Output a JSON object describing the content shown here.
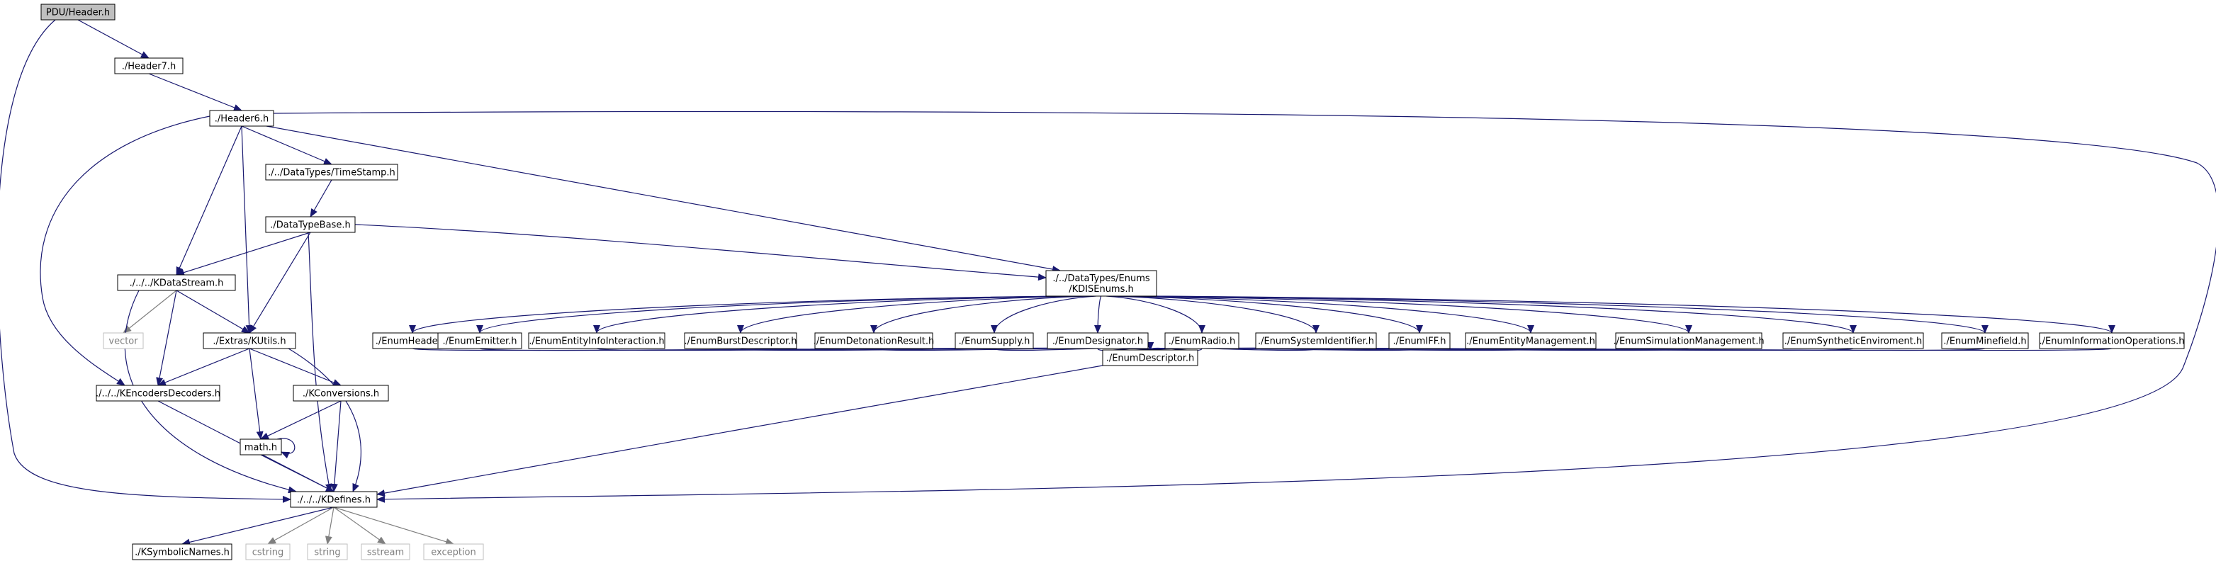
{
  "diagram": {
    "type": "include-dependency-graph",
    "nodes": [
      {
        "id": "pdu_header",
        "label": "PDU/Header.h",
        "kind": "root"
      },
      {
        "id": "header7",
        "label": "./Header7.h",
        "kind": "file"
      },
      {
        "id": "header6",
        "label": "./Header6.h",
        "kind": "file"
      },
      {
        "id": "timestamp",
        "label": "./../DataTypes/TimeStamp.h",
        "kind": "file"
      },
      {
        "id": "datatypebase",
        "label": "./DataTypeBase.h",
        "kind": "file"
      },
      {
        "id": "kdatastream",
        "label": "./../../KDataStream.h",
        "kind": "file"
      },
      {
        "id": "kdisenums",
        "label": "./../DataTypes/Enums\n/KDISEnums.h",
        "kind": "file"
      },
      {
        "id": "vector",
        "label": "vector",
        "kind": "system"
      },
      {
        "id": "kutils",
        "label": "./Extras/KUtils.h",
        "kind": "file"
      },
      {
        "id": "kencoders",
        "label": "./../../KEncodersDecoders.h",
        "kind": "file"
      },
      {
        "id": "kconversions",
        "label": "./KConversions.h",
        "kind": "file"
      },
      {
        "id": "math",
        "label": "math.h",
        "kind": "file"
      },
      {
        "id": "kdefines",
        "label": "./../../KDefines.h",
        "kind": "file"
      },
      {
        "id": "ksymbolic",
        "label": "./KSymbolicNames.h",
        "kind": "file"
      },
      {
        "id": "cstring",
        "label": "cstring",
        "kind": "system"
      },
      {
        "id": "string",
        "label": "string",
        "kind": "system"
      },
      {
        "id": "sstream",
        "label": "sstream",
        "kind": "system"
      },
      {
        "id": "exception",
        "label": "exception",
        "kind": "system"
      },
      {
        "id": "enumheader",
        "label": "./EnumHeader.h",
        "kind": "file"
      },
      {
        "id": "enumemitter",
        "label": "./EnumEmitter.h",
        "kind": "file"
      },
      {
        "id": "enumentityinfo",
        "label": "./EnumEntityInfoInteraction.h",
        "kind": "file"
      },
      {
        "id": "enumburst",
        "label": "./EnumBurstDescriptor.h",
        "kind": "file"
      },
      {
        "id": "enumdetonation",
        "label": "./EnumDetonationResult.h",
        "kind": "file"
      },
      {
        "id": "enumsupply",
        "label": "./EnumSupply.h",
        "kind": "file"
      },
      {
        "id": "enumdesignator",
        "label": "./EnumDesignator.h",
        "kind": "file"
      },
      {
        "id": "enumradio",
        "label": "./EnumRadio.h",
        "kind": "file"
      },
      {
        "id": "enumsysid",
        "label": "./EnumSystemIdentifier.h",
        "kind": "file"
      },
      {
        "id": "enumiff",
        "label": "./EnumIFF.h",
        "kind": "file"
      },
      {
        "id": "enumentitymgmt",
        "label": "./EnumEntityManagement.h",
        "kind": "file"
      },
      {
        "id": "enumsimmgmt",
        "label": "./EnumSimulationManagement.h",
        "kind": "file"
      },
      {
        "id": "enumsynthetic",
        "label": "./EnumSyntheticEnviroment.h",
        "kind": "file"
      },
      {
        "id": "enumminefield",
        "label": "./EnumMinefield.h",
        "kind": "file"
      },
      {
        "id": "enuminfoops",
        "label": "./EnumInformationOperations.h",
        "kind": "file"
      },
      {
        "id": "enumdescriptor",
        "label": "./EnumDescriptor.h",
        "kind": "file"
      }
    ],
    "edges": [
      [
        "pdu_header",
        "header7"
      ],
      [
        "pdu_header",
        "kdefines"
      ],
      [
        "header7",
        "header6"
      ],
      [
        "header6",
        "timestamp"
      ],
      [
        "header6",
        "kdisenums"
      ],
      [
        "header6",
        "kdatastream"
      ],
      [
        "header6",
        "kutils"
      ],
      [
        "header6",
        "kencoders"
      ],
      [
        "header6",
        "kdefines"
      ],
      [
        "timestamp",
        "datatypebase"
      ],
      [
        "datatypebase",
        "kdatastream"
      ],
      [
        "datatypebase",
        "kdisenums"
      ],
      [
        "datatypebase",
        "kutils"
      ],
      [
        "datatypebase",
        "kdefines"
      ],
      [
        "kdatastream",
        "vector"
      ],
      [
        "kdatastream",
        "kutils"
      ],
      [
        "kdatastream",
        "kencoders"
      ],
      [
        "kdatastream",
        "kdefines"
      ],
      [
        "kutils",
        "kencoders"
      ],
      [
        "kutils",
        "kconversions"
      ],
      [
        "kutils",
        "math"
      ],
      [
        "kutils",
        "kdefines"
      ],
      [
        "kconversions",
        "math"
      ],
      [
        "kconversions",
        "kdefines"
      ],
      [
        "math",
        "math"
      ],
      [
        "math",
        "kdefines"
      ],
      [
        "kencoders",
        "kdefines"
      ],
      [
        "kdefines",
        "ksymbolic"
      ],
      [
        "kdefines",
        "cstring"
      ],
      [
        "kdefines",
        "string"
      ],
      [
        "kdefines",
        "sstream"
      ],
      [
        "kdefines",
        "exception"
      ],
      [
        "kdisenums",
        "enumheader"
      ],
      [
        "kdisenums",
        "enumemitter"
      ],
      [
        "kdisenums",
        "enumentityinfo"
      ],
      [
        "kdisenums",
        "enumburst"
      ],
      [
        "kdisenums",
        "enumdetonation"
      ],
      [
        "kdisenums",
        "enumsupply"
      ],
      [
        "kdisenums",
        "enumdesignator"
      ],
      [
        "kdisenums",
        "enumradio"
      ],
      [
        "kdisenums",
        "enumsysid"
      ],
      [
        "kdisenums",
        "enumiff"
      ],
      [
        "kdisenums",
        "enumentitymgmt"
      ],
      [
        "kdisenums",
        "enumsimmgmt"
      ],
      [
        "kdisenums",
        "enumsynthetic"
      ],
      [
        "kdisenums",
        "enumminefield"
      ],
      [
        "kdisenums",
        "enuminfoops"
      ],
      [
        "enumheader",
        "enumdescriptor"
      ],
      [
        "enumemitter",
        "enumdescriptor"
      ],
      [
        "enumentityinfo",
        "enumdescriptor"
      ],
      [
        "enumburst",
        "enumdescriptor"
      ],
      [
        "enumdetonation",
        "enumdescriptor"
      ],
      [
        "enumsupply",
        "enumdescriptor"
      ],
      [
        "enumdesignator",
        "enumdescriptor"
      ],
      [
        "enumradio",
        "enumdescriptor"
      ],
      [
        "enumsysid",
        "enumdescriptor"
      ],
      [
        "enumiff",
        "enumdescriptor"
      ],
      [
        "enumentitymgmt",
        "enumdescriptor"
      ],
      [
        "enumsimmgmt",
        "enumdescriptor"
      ],
      [
        "enumsynthetic",
        "enumdescriptor"
      ],
      [
        "enumminefield",
        "enumdescriptor"
      ],
      [
        "enuminfoops",
        "enumdescriptor"
      ],
      [
        "enumdescriptor",
        "kdefines"
      ]
    ]
  },
  "colors": {
    "edge": "#191970",
    "system_edge": "#7f7f7f",
    "root_fill": "#bfbfbf",
    "system_border": "#bfbfbf",
    "system_text": "#7f7f7f"
  }
}
